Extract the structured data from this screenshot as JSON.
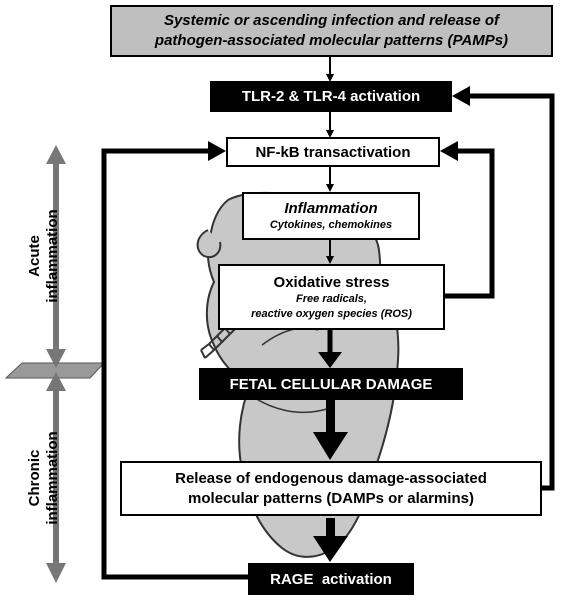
{
  "boxes": {
    "pamps": {
      "line1": "Systemic or ascending infection and release of",
      "line2": "pathogen-associated molecular patterns (PAMPs)"
    },
    "tlr": {
      "label": "TLR-2 & TLR-4 activation"
    },
    "nfkb": {
      "label": "NF-kB transactivation"
    },
    "inflammation": {
      "title": "Inflammation",
      "subtitle": "Cytokines, chemokines"
    },
    "oxidative": {
      "title": "Oxidative stress",
      "line1": "Free radicals,",
      "line2": "reactive oxygen species (ROS)"
    },
    "damage": {
      "label": "FETAL CELLULAR DAMAGE"
    },
    "damps": {
      "line1": "Release of endogenous damage-associated",
      "line2": "molecular patterns (DAMPs or alarmins)"
    },
    "rage": {
      "label": "RAGE  activation"
    }
  },
  "side_labels": {
    "acute": {
      "line1": "Acute",
      "line2": "inflammation"
    },
    "chronic": {
      "line1": "Chronic",
      "line2": "inflammation"
    }
  },
  "colors": {
    "fetus_fill": "#c8c8c8",
    "arrow_grey": "#777777",
    "box_grey": "#bfbfbf"
  }
}
